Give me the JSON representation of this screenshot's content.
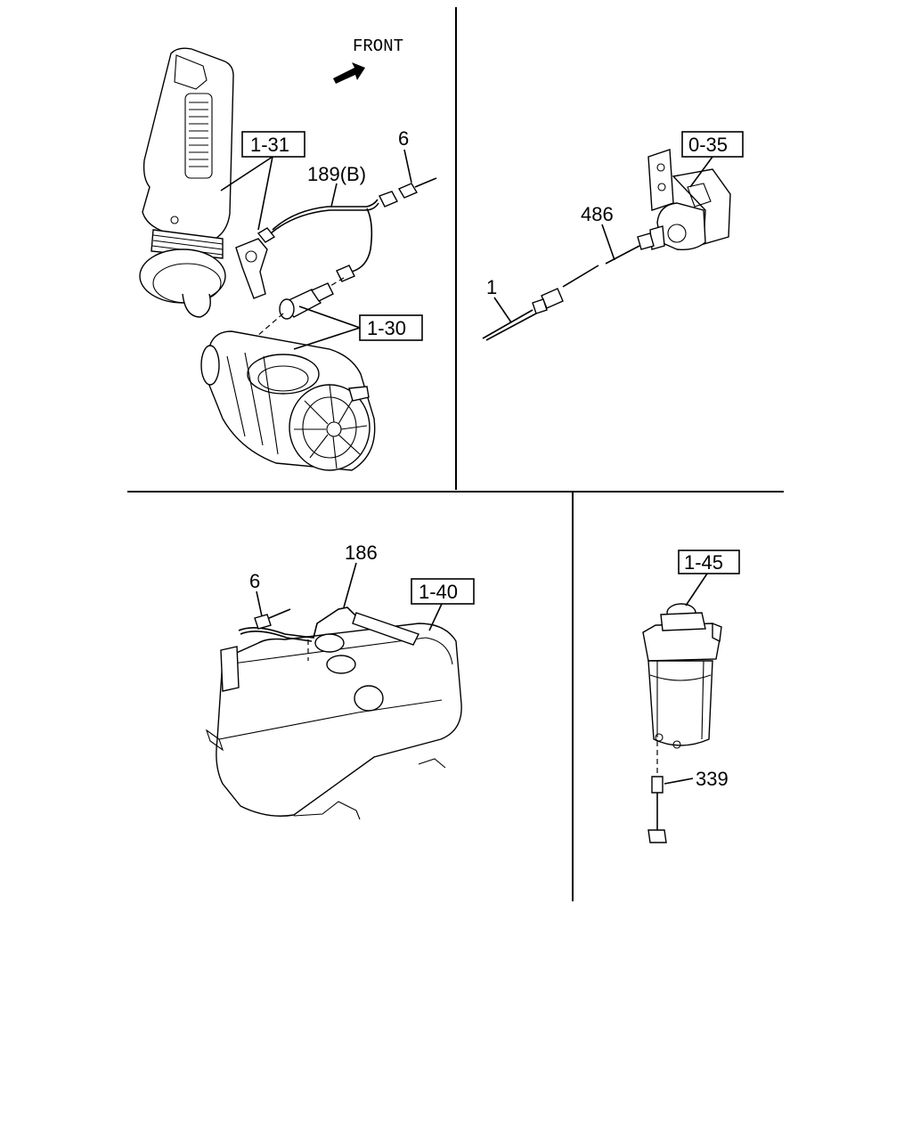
{
  "diagram": {
    "front_label": "FRONT",
    "panels": {
      "top_left": {
        "callouts": [
          {
            "text": "1-31",
            "boxed": true
          },
          {
            "text": "6",
            "boxed": false
          },
          {
            "text": "189(B)",
            "boxed": false
          },
          {
            "text": "1-30",
            "boxed": true
          }
        ]
      },
      "top_right": {
        "callouts": [
          {
            "text": "0-35",
            "boxed": true
          },
          {
            "text": "486",
            "boxed": false
          },
          {
            "text": "1",
            "boxed": false
          }
        ]
      },
      "bottom_left": {
        "callouts": [
          {
            "text": "186",
            "boxed": false
          },
          {
            "text": "6",
            "boxed": false
          },
          {
            "text": "1-40",
            "boxed": true
          }
        ]
      },
      "bottom_right": {
        "callouts": [
          {
            "text": "1-45",
            "boxed": true
          },
          {
            "text": "339",
            "boxed": false
          }
        ]
      }
    }
  }
}
